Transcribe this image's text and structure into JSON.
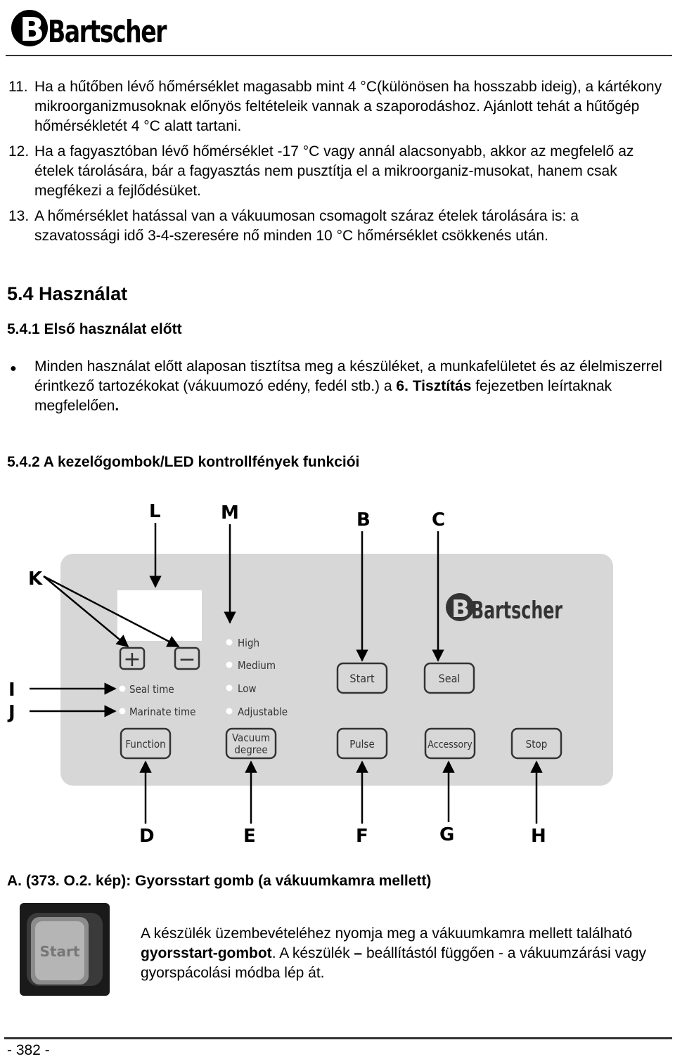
{
  "brand": {
    "logo_text": "Bartscher"
  },
  "items": [
    {
      "num": "11.",
      "text": "Ha a hűtőben lévő hőmérséklet magasabb mint 4 °C(különösen ha hosszabb ideig), a kártékony mikroorganizmusoknak előnyös feltételeik vannak a szaporodáshoz. Ajánlott tehát a hűtőgép hőmérsékletét 4 °C alatt tartani."
    },
    {
      "num": "12.",
      "text": "Ha a fagyasztóban lévő hőmérséklet -17 °C vagy annál alacsonyabb, akkor az megfelelő az ételek tárolására, bár a fagyasztás nem pusztítja el a mikroorganiz-musokat, hanem csak megfékezi a fejlődésüket."
    },
    {
      "num": "13.",
      "text": "A hőmérséklet hatással van a vákuumosan csomagolt száraz ételek tárolására is: a szavatossági idő 3-4-szeresére nő minden 10 °C hőmérséklet csökkenés után."
    }
  ],
  "section": {
    "title": "5.4  Használat",
    "sub1": "5.4.1  Első használat előtt",
    "bullet_part1": "Minden használat előtt alaposan tisztítsa meg a készüléket, a munkafelületet és az élelmiszerrel érintkező tartozékokat (vákuumozó edény, fedél stb.) a ",
    "bullet_bold1": "6. Tisztítás",
    "bullet_part2": " fejezetben leírtaknak megfelelően",
    "bullet_bold2": ".",
    "sub2": "5.4.2  A kezelőgombok/LED kontrollfények funkciói"
  },
  "panel": {
    "labels": {
      "L": "L",
      "M": "M",
      "B": "B",
      "C": "C",
      "K": "K",
      "I": "I",
      "J": "J",
      "D": "D",
      "E": "E",
      "F": "F",
      "G": "G",
      "H": "H"
    },
    "logo_text": "Bartscher",
    "leds_left": [
      "Seal time",
      "Marinate time"
    ],
    "leds_mid": [
      "High",
      "Medium",
      "Low",
      "Adjustable"
    ],
    "buttons_top": [
      "Start",
      "Seal"
    ],
    "buttons_bottom": [
      "Function",
      "Vacuum",
      "degree",
      "Pulse",
      "Accessory",
      "Stop"
    ],
    "plus": "+",
    "minus": "−"
  },
  "caption": "A. (373. O.2. kép): Gyorsstart gomb (a vákuumkamra mellett)",
  "start_image_label": "Start",
  "start_para": {
    "part1": "A készülék üzembevételéhez nyomja meg a vákuumkamra mellett található ",
    "bold1": "gyorsstart-gombot",
    "part2": ". A készülék ",
    "bold2": "–",
    "part3": " beállítástól függően - a vákuumzárási vagy gyorspácolási módba lép át."
  },
  "page_number": "- 382 -"
}
